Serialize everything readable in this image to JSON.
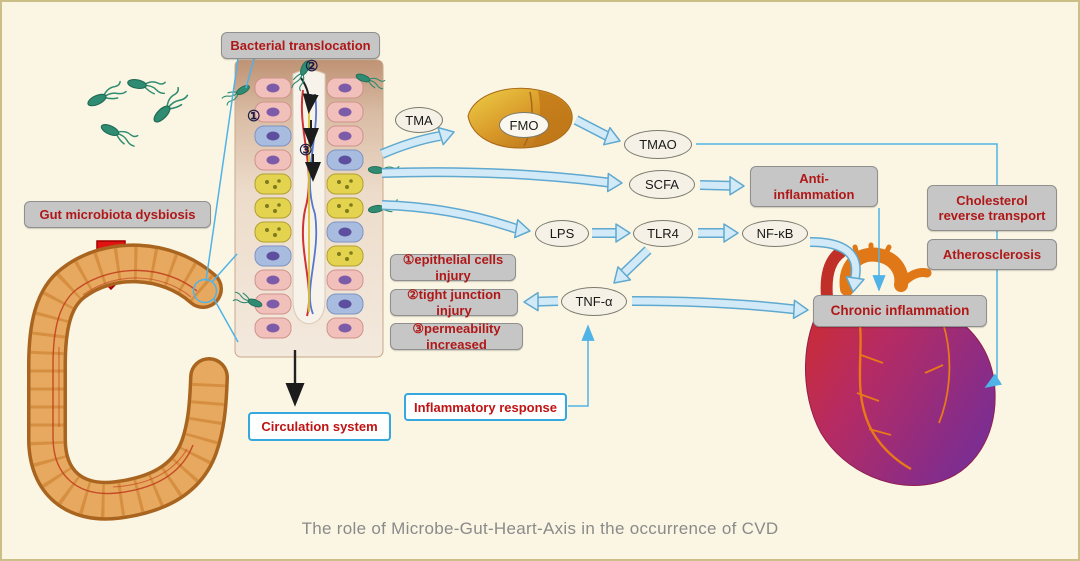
{
  "caption": "The role of Microbe-Gut-Heart-Axis in the occurrence of CVD",
  "boxes": {
    "bacterial_translocation": "Bacterial translocation",
    "gut_microbiota_dysbiosis": "Gut microbiota dysbiosis",
    "injury_1": "①epithelial cells injury",
    "injury_2": "②tight junction injury",
    "injury_3": "③permeability increased",
    "anti_inflammation": "Anti-\ninflammation",
    "cholesterol_reverse_transport": "Cholesterol\nreverse transport",
    "atherosclerosis": "Atherosclerosis",
    "chronic_inflammation": "Chronic inflammation",
    "circulation_system": "Circulation system",
    "inflammatory_response": "Inflammatory response"
  },
  "molecules": {
    "tma": "TMA",
    "fmo": "FMO",
    "tmao": "TMAO",
    "scfa": "SCFA",
    "lps": "LPS",
    "tlr4": "TLR4",
    "nfkb": "NF-κB",
    "tnfa": "TNF-α"
  },
  "markers": {
    "m1": "①",
    "m2": "②",
    "m3": "③"
  },
  "colors": {
    "background": "#FBF6E3",
    "frame_border": "#CBBF87",
    "label_box_bg": "#C6C6C6",
    "label_box_text": "#B01818",
    "arrow_blue": "#5FA8D0",
    "thin_line_blue": "#4FB3E8",
    "dysbiosis_arrow_red": "#E01212",
    "caption_text": "#8A8A8A"
  }
}
